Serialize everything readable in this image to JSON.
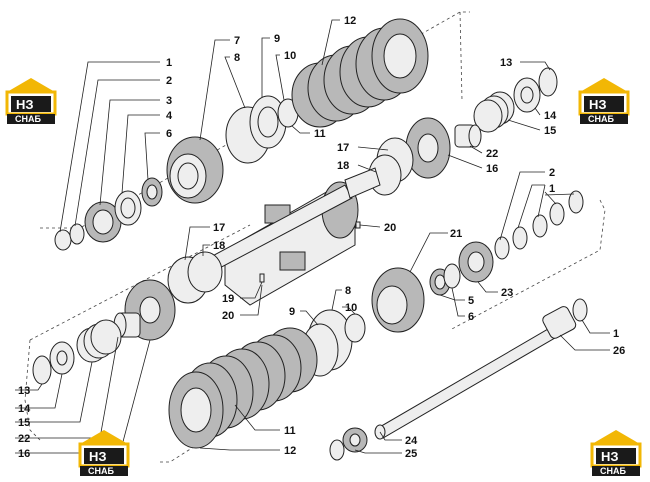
{
  "logo": {
    "mark": "НЗ",
    "sub": "СНАБ"
  },
  "callouts": {
    "l1": "1",
    "l2": "2",
    "l3": "3",
    "l4": "4",
    "l6": "6",
    "l7": "7",
    "l8": "8",
    "l9": "9",
    "l10": "10",
    "l11": "11",
    "l12": "12",
    "l13": "13",
    "l14": "14",
    "l15": "15",
    "l16": "16",
    "l17": "17",
    "l18": "18",
    "l20": "20",
    "l22": "22",
    "r2": "2",
    "r1": "1",
    "c17": "17",
    "c18": "18",
    "c19": "19",
    "c20": "20",
    "c21": "21",
    "c23": "23",
    "c5": "5",
    "c6": "6",
    "c8": "8",
    "c9": "9",
    "c10": "10",
    "b13": "13",
    "b14": "14",
    "b15": "15",
    "b22": "22",
    "b16": "16",
    "b11": "11",
    "b12": "12",
    "b1": "1",
    "b26": "26",
    "b24": "24",
    "b25": "25"
  }
}
